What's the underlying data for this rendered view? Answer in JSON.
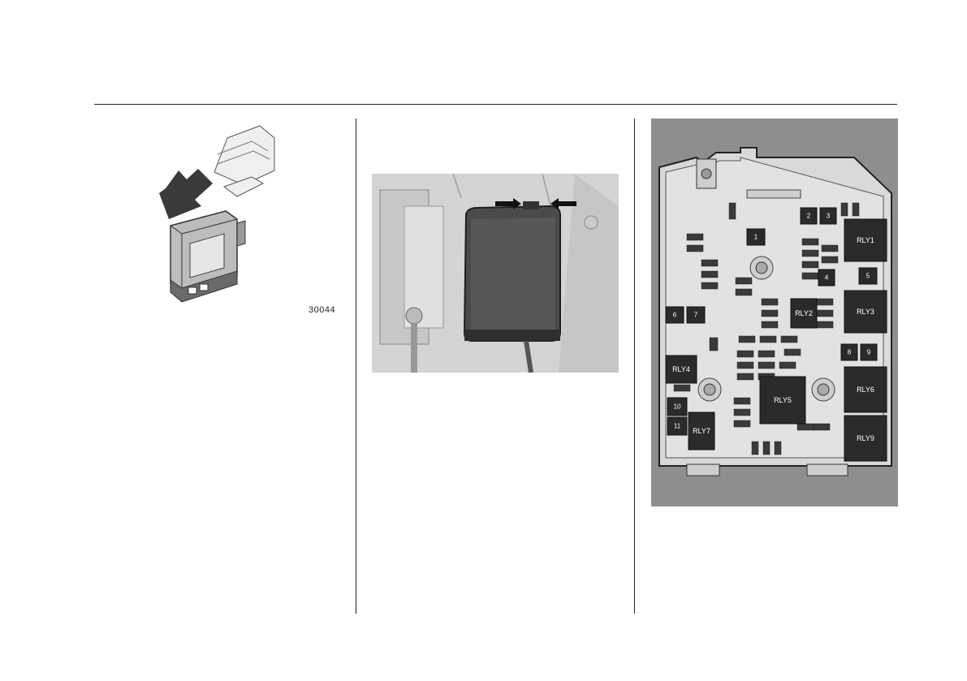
{
  "figures": {
    "connector": {
      "code": "30044"
    },
    "fusebox": {
      "fuses": [
        "1",
        "2",
        "3",
        "4",
        "5",
        "6",
        "7",
        "8",
        "9",
        "10",
        "11"
      ],
      "relays": [
        "RLY1",
        "RLY2",
        "RLY3",
        "RLY4",
        "RLY5",
        "RLY6",
        "RLY7",
        "RLY9"
      ]
    }
  }
}
